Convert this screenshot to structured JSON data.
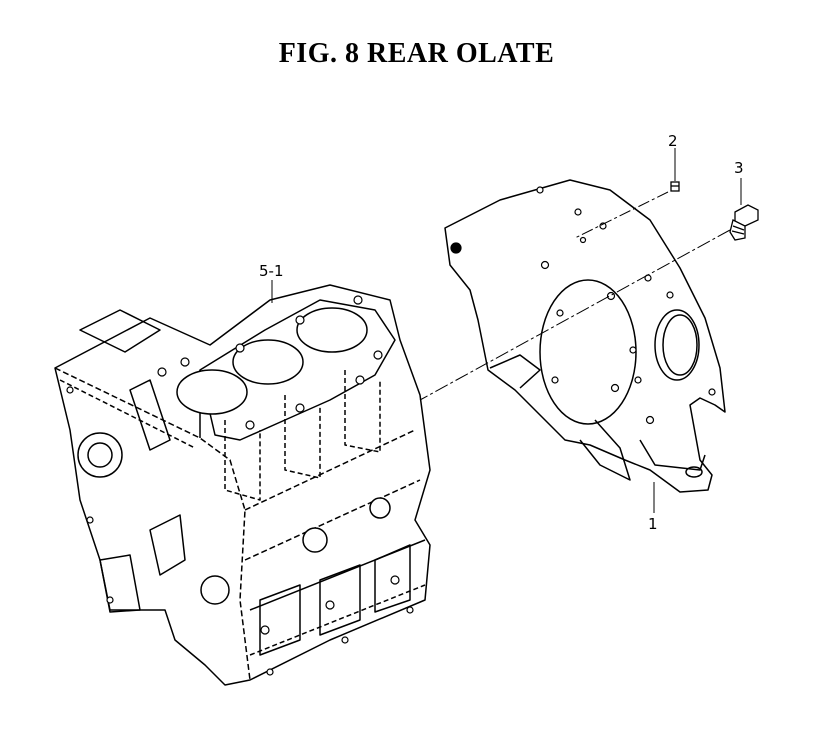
{
  "figure": {
    "title": "FIG.  8  REAR OLATE"
  },
  "callouts": [
    {
      "id": "c1",
      "label": "1"
    },
    {
      "id": "c2",
      "label": "2"
    },
    {
      "id": "c3",
      "label": "3"
    },
    {
      "id": "c51",
      "label": "5-1"
    }
  ]
}
